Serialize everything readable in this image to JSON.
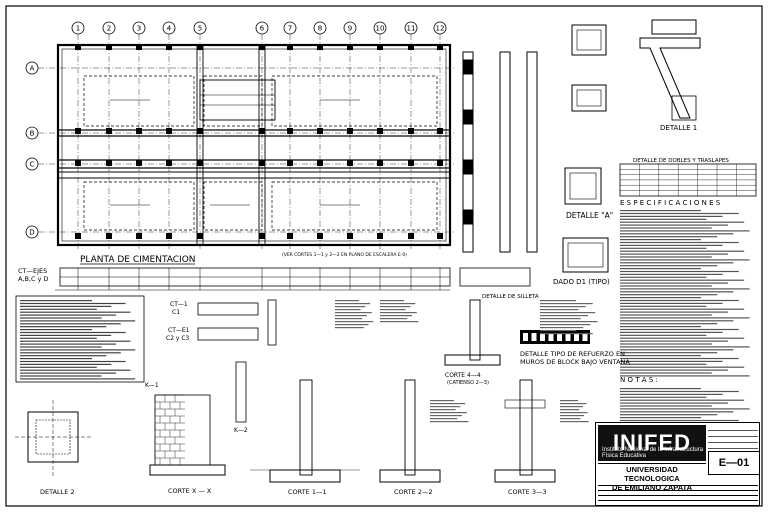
{
  "grid": {
    "columns": [
      "1",
      "2",
      "3",
      "4",
      "5",
      "6",
      "7",
      "8",
      "9",
      "10",
      "11",
      "12"
    ],
    "rows": [
      "A",
      "B",
      "C",
      "D"
    ]
  },
  "titles": {
    "plan": "PLANTA DE CIMENTACION",
    "section_note": "(VER CORTES 1—1 y 2—2 EN PLANO DE ESCALERA E-0)",
    "detalle1": "DETALLE 1",
    "detalle_a": "DETALLE \"A\"",
    "dado": "DADO D1 (TIPO)",
    "detalle_silleta": "DETALLE DE SILLETA",
    "detalle_refuerzo_1": "DETALLE TIPO DE REFUERZO EN",
    "detalle_refuerzo_2": "MUROS DE BLOCK BAJO VENTANA",
    "detalle2": "DETALLE 2",
    "corte_xx": "CORTE X — X",
    "corte_11": "CORTE 1—1",
    "corte_22": "CORTE 2—2",
    "corte_33": "CORTE 3—3",
    "corte_44": "CORTE 4—4",
    "corte_44_sub": "(CATIENSO 2—3)",
    "tabla_dobleces": "DETALLE DE DOBLES Y TRASLAPES",
    "especificaciones": "E S P E C I F I C A C I O N E S",
    "notas": "N O T A S :",
    "ct_ejes": "CT—EJES",
    "ct_ejes_sub": "A,B,C y D",
    "ct1": "CT—1",
    "ct1_sub": "C1",
    "ct2": "CT—E1",
    "ct2_sub": "C2 y C3",
    "k1": "K—1",
    "k2": "K—2"
  },
  "titleblock": {
    "logo": "INIFED",
    "logo_sub": "Instituto Nacional de la Infraestructura Física Educativa",
    "university_1": "UNIVERSIDAD TECNOLOGICA",
    "university_2": "DE EMILIANO ZAPATA",
    "sheet": "E—01"
  }
}
